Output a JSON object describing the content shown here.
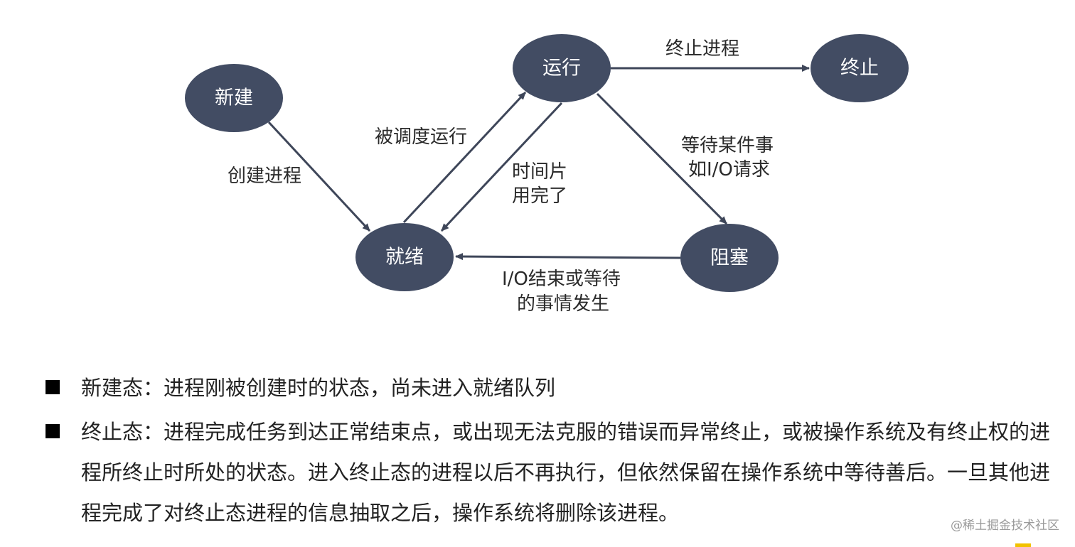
{
  "states": {
    "new": "新建",
    "running": "运行",
    "terminated": "终止",
    "ready": "就绪",
    "blocked": "阻塞"
  },
  "transitions": {
    "create_process": "创建进程",
    "scheduled_run": "被调度运行",
    "time_slice_line1": "时间片",
    "time_slice_line2": "用完了",
    "terminate_process": "终止进程",
    "wait_event_line1": "等待某件事",
    "wait_event_line2": "如I/O请求",
    "io_done_line1": "I/O结束或等待",
    "io_done_line2": "的事情发生"
  },
  "bullets": [
    "新建态：进程刚被创建时的状态，尚未进入就绪队列",
    "终止态：进程完成任务到达正常结束点，或出现无法克服的错误而异常终止，或被操作系统及有终止权的进程所终止时所处的状态。进入终止态的进程以后不再执行，但依然保留在操作系统中等待善后。一旦其他进程完成了对终止态进程的信息抽取之后，操作系统将删除该进程。"
  ],
  "watermark": "@稀土掘金技术社区",
  "colors": {
    "node_fill": "#424c63",
    "arrow": "#3e4659",
    "node_text": "#ffffff"
  }
}
